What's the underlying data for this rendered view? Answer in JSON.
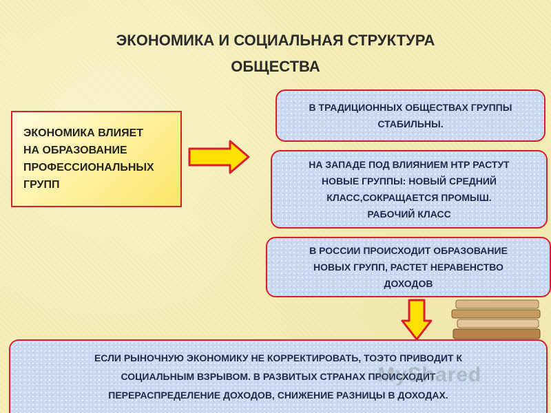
{
  "title": {
    "line1": "ЭКОНОМИКА И СОЦИАЛЬНАЯ СТРУКТУРА",
    "line2": "ОБЩЕСТВА"
  },
  "left_box": {
    "lines": [
      "ЭКОНОМИКА ВЛИЯЕТ",
      "НА ОБРАЗОВАНИЕ",
      "ПРОФЕССИОНАЛЬНЫХ",
      "ГРУПП"
    ]
  },
  "right_boxes": [
    {
      "lines": [
        "В ТРАДИЦИОННЫХ ОБЩЕСТВАХ ГРУППЫ",
        "СТАБИЛЬНЫ."
      ]
    },
    {
      "lines": [
        "НА ЗАПАДЕ ПОД ВЛИЯНИЕМ НТР РАСТУТ",
        "НОВЫЕ ГРУППЫ: НОВЫЙ СРЕДНИЙ",
        "КЛАСС,СОКРАЩАЕТСЯ ПРОМЫШ.",
        "РАБОЧИЙ КЛАСС"
      ]
    },
    {
      "lines": [
        "В РОССИИ ПРОИСХОДИТ ОБРАЗОВАНИЕ",
        "НОВЫХ ГРУПП, РАСТЕТ НЕРАВЕНСТВО",
        "ДОХОДОВ"
      ]
    }
  ],
  "bottom_box": {
    "lines": [
      "ЕСЛИ РЫНОЧНУЮ ЭКОНОМИКУ НЕ КОРРЕКТИРОВАТЬ, ТОЭТО ПРИВОДИТ К",
      "СОЦИАЛЬНЫМ ВЗРЫВОМ. В РАЗВИТЫХ СТРАНАХ ПРОИСХОДИТ",
      "ПЕРЕРАСПРЕДЕЛЕНИЕ ДОХОДОВ, СНИЖЕНИЕ РАЗНИЦЫ В ДОХОДАХ."
    ]
  },
  "watermark": "MyShared",
  "colors": {
    "background": "#f6eeb7",
    "border": "#d81e2a",
    "arrow_fill": "#ffe000",
    "box_blue": "#c9d9f0"
  },
  "icons": {
    "right_arrow": "arrow-right-icon",
    "down_arrow": "arrow-down-icon",
    "books": "books-stack-icon"
  }
}
